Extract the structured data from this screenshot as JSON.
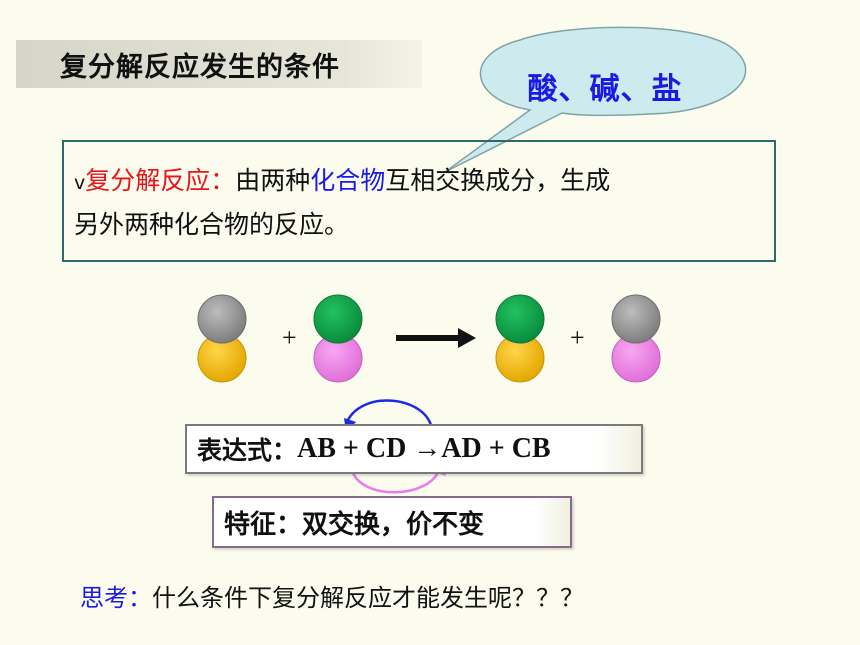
{
  "title": "复分解反应发生的条件",
  "callout": "酸、碱、盐",
  "definition": {
    "bullet": "v",
    "term": "复分解反应：",
    "part1": "由两种",
    "highlight": "化合物",
    "part2": "互相交换成分，生成",
    "line2": "另外两种化合物的反应。"
  },
  "reaction_diagram": {
    "plus_left": "+",
    "plus_right": "+",
    "colors": {
      "gray": "#8C8C8C",
      "yellow": "#F2BB14",
      "green": "#0FA04A",
      "pink": "#EE82E6",
      "arrow": "#111111",
      "swap_top": "#1A2AE6",
      "swap_bottom": "#EE7AE6"
    }
  },
  "expression": {
    "label": "表达式：",
    "formula": "AB + CD →AD + CB"
  },
  "feature": "特征：双交换，价不变",
  "question": {
    "label": "思考：",
    "text": "什么条件下复分解反应才能发生呢？？？"
  }
}
